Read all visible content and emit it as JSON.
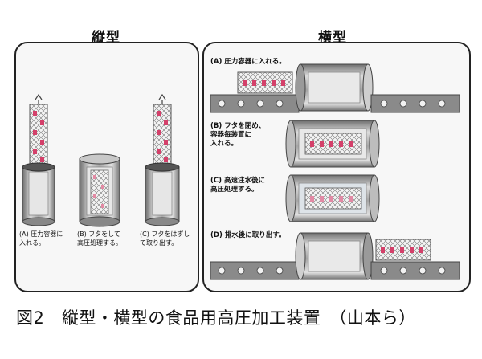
{
  "headings": {
    "vertical": "縦型",
    "horizontal": "横型"
  },
  "vertical_steps": [
    {
      "text": "(A) 圧力容器に\n入れる。"
    },
    {
      "text": "(B) フタをして\n高圧処理する。"
    },
    {
      "text": "(C) フタをはずし\nて取り出す。"
    }
  ],
  "horizontal_steps": [
    {
      "text": "(A) 圧力容器に入れる。"
    },
    {
      "text": "(B) フタを閉め、\n容器毎装置に\n入れる。"
    },
    {
      "text": "(C) 高速注水後に\n高圧処理する。"
    },
    {
      "text": "(D) 排水後に取り出す。"
    }
  ],
  "caption": "図2　縦型・横型の食品用高圧加工装置　（山本ら）",
  "colors": {
    "product": "#d4406a",
    "vessel": "#9a9a9a",
    "panel_border": "#222222"
  }
}
